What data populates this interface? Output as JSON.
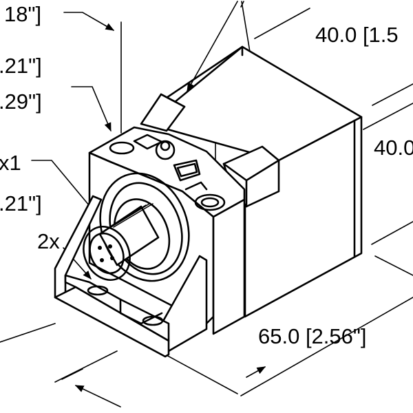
{
  "dimensions": {
    "top_left_partial": "18\"]",
    "left_upper": ".21\"]",
    "left_second": ".29\"]",
    "left_x1": "x1",
    "left_lower": ".21\"]",
    "left_2x": "2x",
    "top_right": "40.0 [1.5",
    "right_side": "40.0",
    "bottom_length": "65.0 [2.56\"]"
  },
  "colors": {
    "line": "#000000",
    "background": "#ffffff",
    "face_light": "#ffffff"
  }
}
